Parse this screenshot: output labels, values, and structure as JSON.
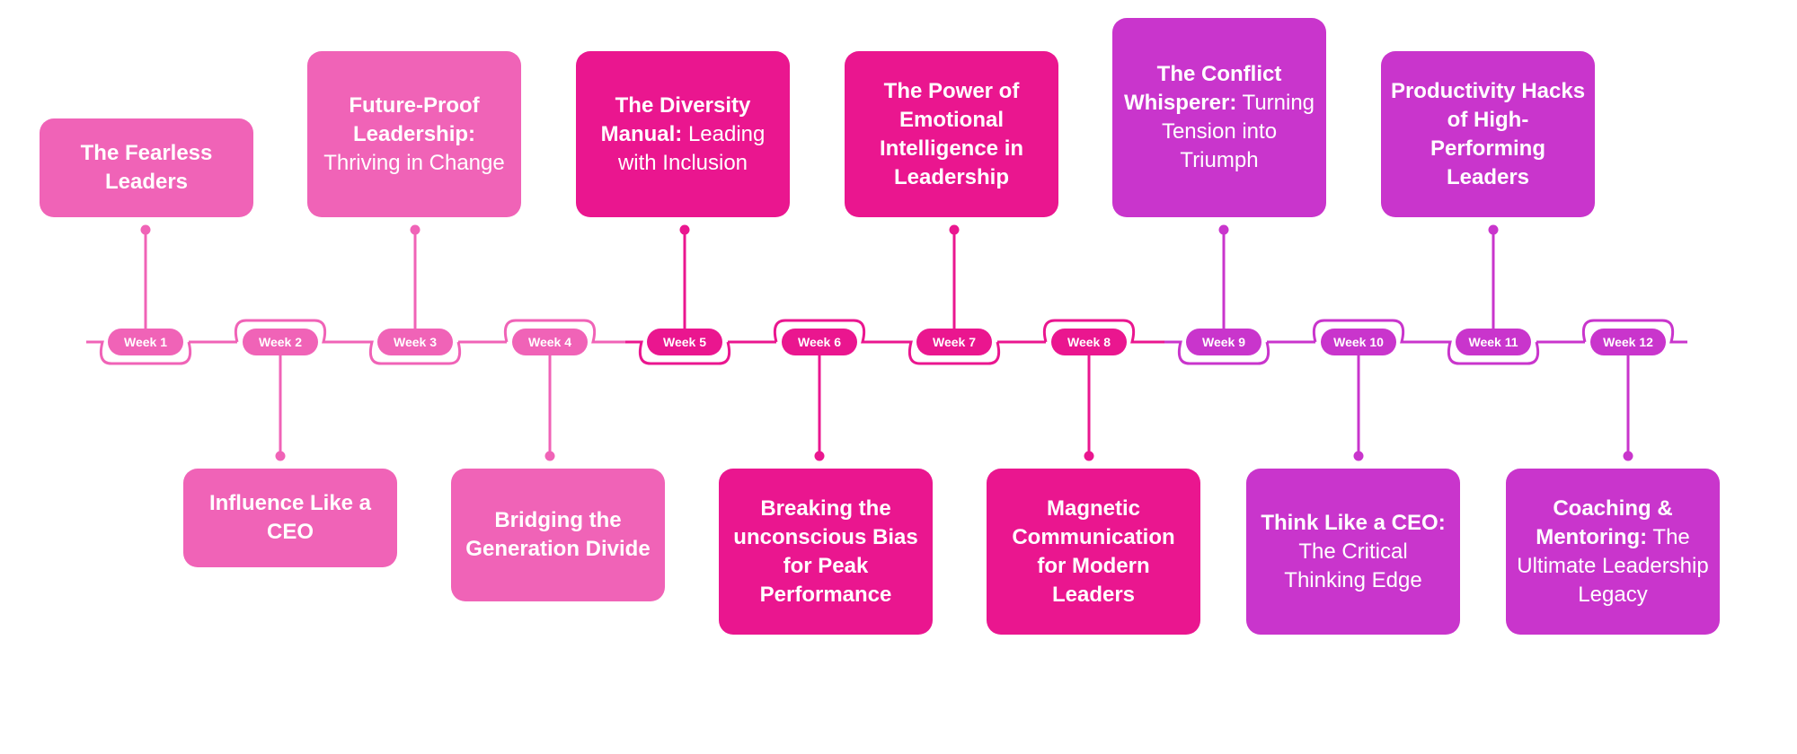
{
  "colors": {
    "light": "#f063b7",
    "medium": "#ea168f",
    "purple": "#c935cc"
  },
  "weeks": [
    {
      "label": "Week 1",
      "title": "The Fearless Leaders",
      "subtitle": "",
      "side": "top",
      "color": "light"
    },
    {
      "label": "Week 2",
      "title": "Influence Like a CEO",
      "subtitle": "",
      "side": "bottom",
      "color": "light"
    },
    {
      "label": "Week 3",
      "title": "Future-Proof Leadership:",
      "subtitle": "Thriving in Change",
      "side": "top",
      "color": "light"
    },
    {
      "label": "Week 4",
      "title": "Bridging the Generation Divide",
      "subtitle": "",
      "side": "bottom",
      "color": "light"
    },
    {
      "label": "Week 5",
      "title": "The Diversity Manual:",
      "subtitle": "Leading with Inclusion",
      "side": "top",
      "color": "medium"
    },
    {
      "label": "Week 6",
      "title": "Breaking the unconscious Bias for Peak Performance",
      "subtitle": "",
      "side": "bottom",
      "color": "medium"
    },
    {
      "label": "Week 7",
      "title": "The Power of Emotional Intelligence in Leadership",
      "subtitle": "",
      "side": "top",
      "color": "medium"
    },
    {
      "label": "Week 8",
      "title": "Magnetic Communication for Modern Leaders",
      "subtitle": "",
      "side": "bottom",
      "color": "medium"
    },
    {
      "label": "Week 9",
      "title": "The Conflict Whisperer:",
      "subtitle": "Turning Tension into Triumph",
      "side": "top",
      "color": "purple"
    },
    {
      "label": "Week 10",
      "title": "Think Like a CEO:",
      "subtitle": "The Critical Thinking Edge",
      "side": "bottom",
      "color": "purple"
    },
    {
      "label": "Week 11",
      "title": "Productivity Hacks of High-Performing Leaders",
      "subtitle": "",
      "side": "top",
      "color": "purple"
    },
    {
      "label": "Week 12",
      "title": "Coaching & Mentoring:",
      "subtitle": "The Ultimate Leadership Legacy",
      "side": "bottom",
      "color": "purple"
    }
  ]
}
